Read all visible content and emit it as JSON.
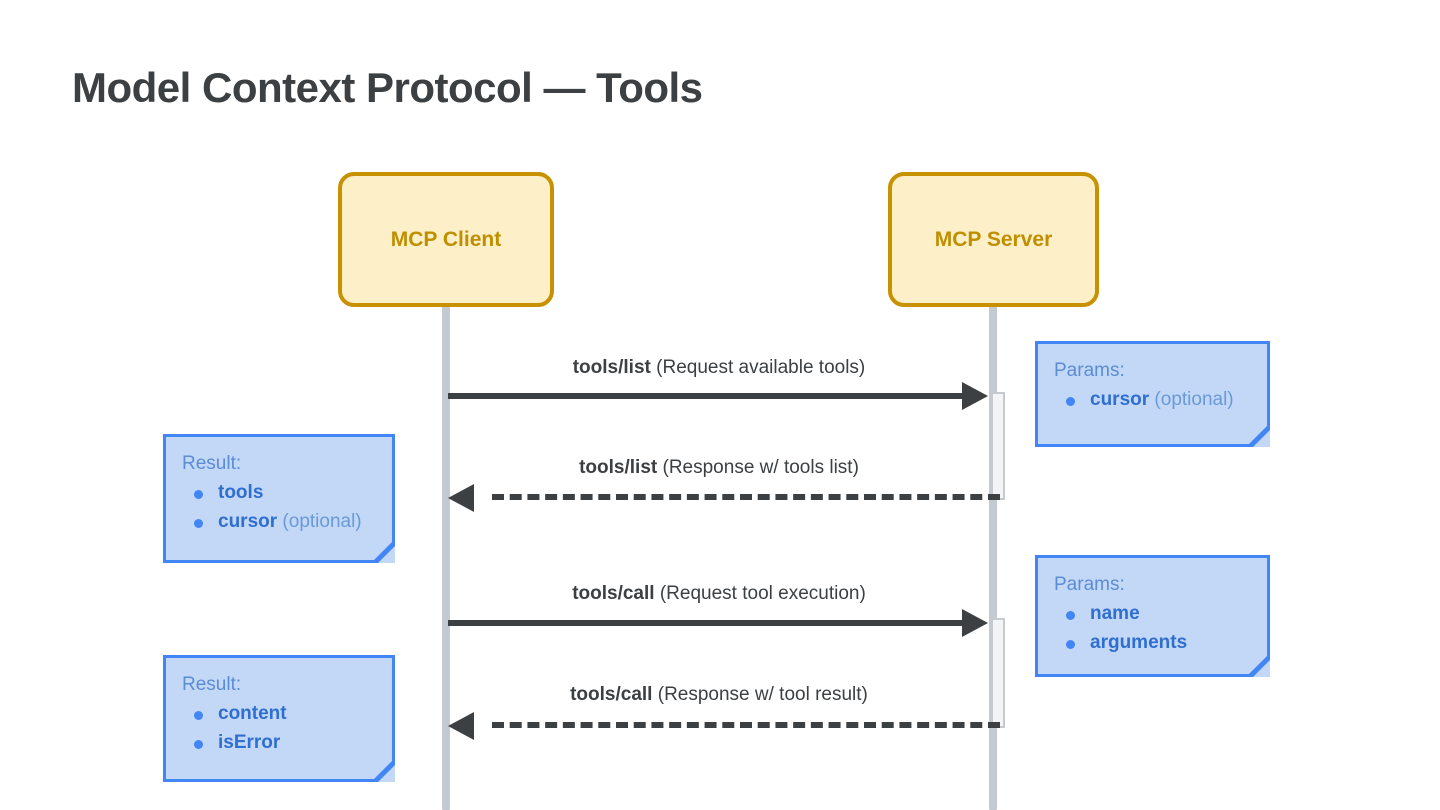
{
  "page": {
    "title": "Model Context Protocol — Tools"
  },
  "colors": {
    "participant_fill": "#fdf0c8",
    "participant_border": "#c79100",
    "participant_text": "#bf8f00",
    "note_fill": "#c3d7f7",
    "note_border": "#4285f4",
    "note_text": "#4a7ec4",
    "message_text": "#3c4043",
    "lifeline": "#c5c9d0"
  },
  "diagram": {
    "type": "sequence-diagram",
    "participants": [
      {
        "id": "client",
        "label": "MCP Client"
      },
      {
        "id": "server",
        "label": "MCP Server"
      }
    ],
    "messages": [
      {
        "id": "msg1",
        "from": "client",
        "to": "server",
        "style": "solid",
        "direction": "right",
        "method": "tools/list",
        "description": "(Request available tools)"
      },
      {
        "id": "msg2",
        "from": "server",
        "to": "client",
        "style": "dashed",
        "direction": "left",
        "method": "tools/list",
        "description": "(Response w/ tools list)"
      },
      {
        "id": "msg3",
        "from": "client",
        "to": "server",
        "style": "solid",
        "direction": "right",
        "method": "tools/call",
        "description": "(Request tool execution)"
      },
      {
        "id": "msg4",
        "from": "server",
        "to": "client",
        "style": "dashed",
        "direction": "left",
        "method": "tools/call",
        "description": "(Response w/ tool result)"
      }
    ],
    "notes": [
      {
        "id": "note-params-1",
        "side": "right",
        "title": "Params:",
        "items": [
          {
            "name": "cursor",
            "suffix": " (optional)"
          }
        ]
      },
      {
        "id": "note-result-1",
        "side": "left",
        "title": "Result:",
        "items": [
          {
            "name": "tools",
            "suffix": ""
          },
          {
            "name": "cursor",
            "suffix": " (optional)"
          }
        ]
      },
      {
        "id": "note-params-2",
        "side": "right",
        "title": "Params:",
        "items": [
          {
            "name": "name",
            "suffix": ""
          },
          {
            "name": "arguments",
            "suffix": ""
          }
        ]
      },
      {
        "id": "note-result-2",
        "side": "left",
        "title": "Result:",
        "items": [
          {
            "name": "content",
            "suffix": ""
          },
          {
            "name": "isError",
            "suffix": ""
          }
        ]
      }
    ]
  }
}
